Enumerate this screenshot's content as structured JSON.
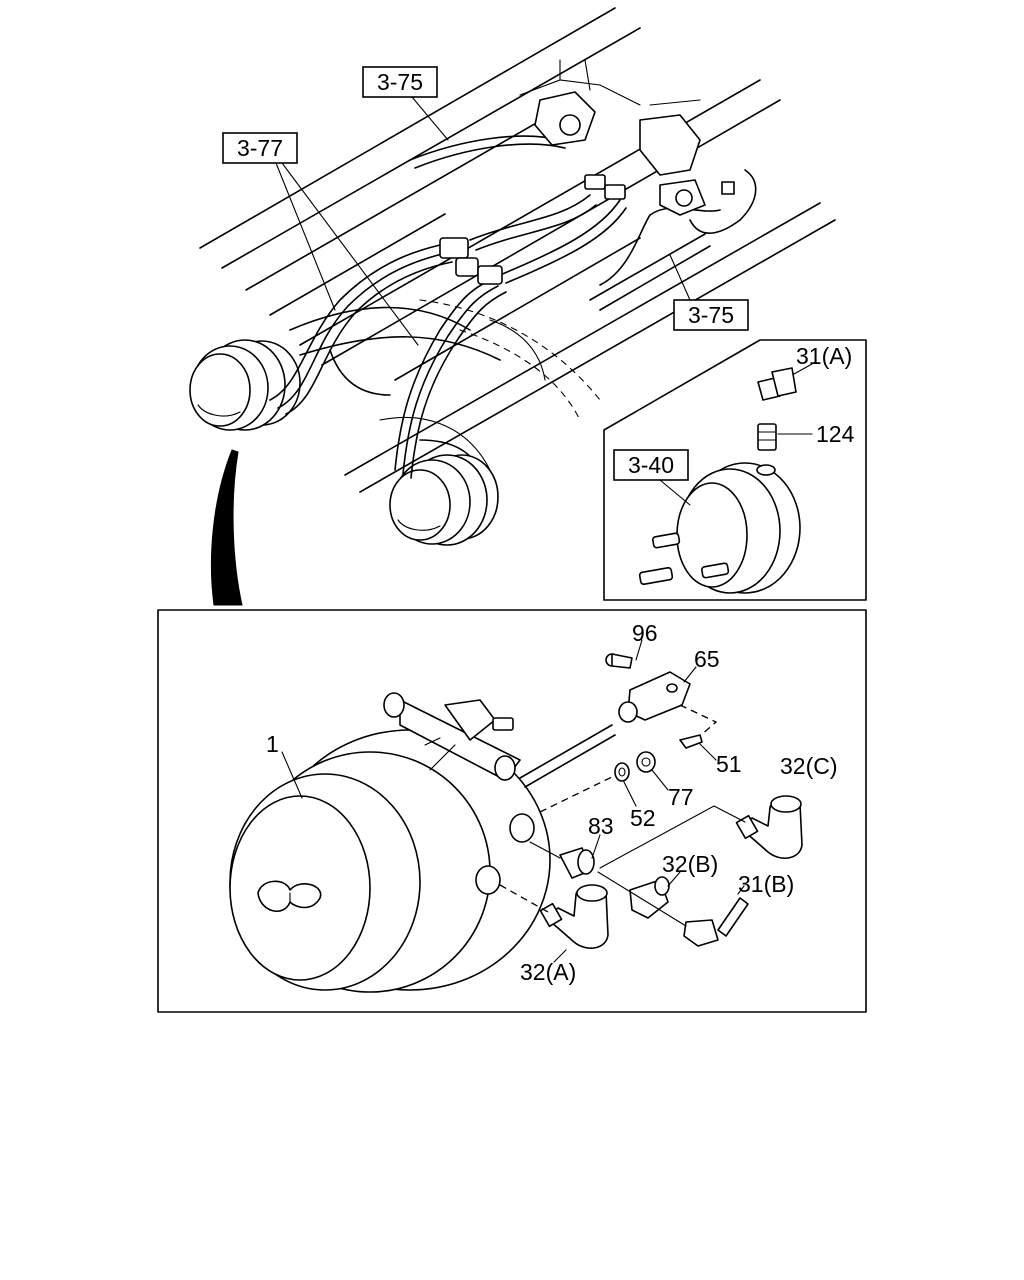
{
  "references": {
    "ref_3_75_top": "3-75",
    "ref_3_77": "3-77",
    "ref_3_75_right": "3-75",
    "ref_3_40": "3-40"
  },
  "inset_labels": {
    "p31a": "31(A)",
    "p124": "124"
  },
  "detail_labels": {
    "p96": "96",
    "p65": "65",
    "p1": "1",
    "p51": "51",
    "p32c": "32(C)",
    "p77": "77",
    "p52": "52",
    "p83": "83",
    "p32b": "32(B)",
    "p31b": "31(B)",
    "p32a": "32(A)"
  }
}
